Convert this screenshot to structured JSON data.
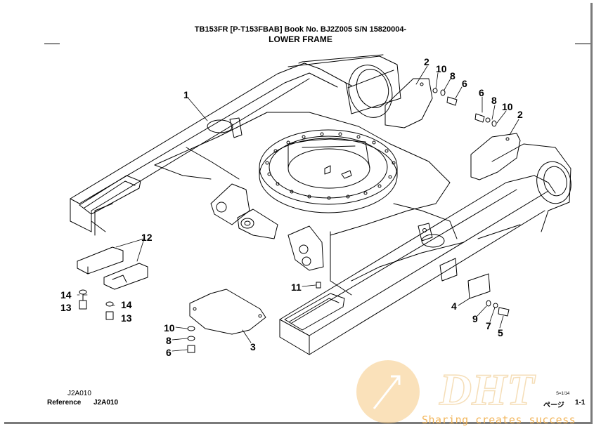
{
  "header": {
    "title_line1": "TB153FR [P-T153FBAB] Book No. BJ2Z005  S/N 15820004-",
    "title_line2": "LOWER FRAME"
  },
  "callouts": [
    {
      "id": "c1",
      "text": "1"
    },
    {
      "id": "c2a",
      "text": "2"
    },
    {
      "id": "c10a",
      "text": "10"
    },
    {
      "id": "c8a",
      "text": "8"
    },
    {
      "id": "c6a",
      "text": "6"
    },
    {
      "id": "c6b",
      "text": "6"
    },
    {
      "id": "c8b",
      "text": "8"
    },
    {
      "id": "c10b",
      "text": "10"
    },
    {
      "id": "c2b",
      "text": "2"
    },
    {
      "id": "c12",
      "text": "12"
    },
    {
      "id": "c14a",
      "text": "14"
    },
    {
      "id": "c13a",
      "text": "13"
    },
    {
      "id": "c14b",
      "text": "14"
    },
    {
      "id": "c13b",
      "text": "13"
    },
    {
      "id": "c11",
      "text": "11"
    },
    {
      "id": "c4",
      "text": "4"
    },
    {
      "id": "c9",
      "text": "9"
    },
    {
      "id": "c7",
      "text": "7"
    },
    {
      "id": "c5",
      "text": "5"
    },
    {
      "id": "c10c",
      "text": "10"
    },
    {
      "id": "c8c",
      "text": "8"
    },
    {
      "id": "c6c",
      "text": "6"
    },
    {
      "id": "c3",
      "text": "3"
    }
  ],
  "footer": {
    "drawing_code": "J2A010",
    "reference_label": "Reference",
    "reference_code": "J2A010",
    "scale_text": "S=1/14",
    "page_label": "ページ",
    "page_number": "1-1"
  },
  "watermark": {
    "logo_text": "DHT",
    "tagline": "Sharing creates success",
    "color": "#f2b55a"
  }
}
